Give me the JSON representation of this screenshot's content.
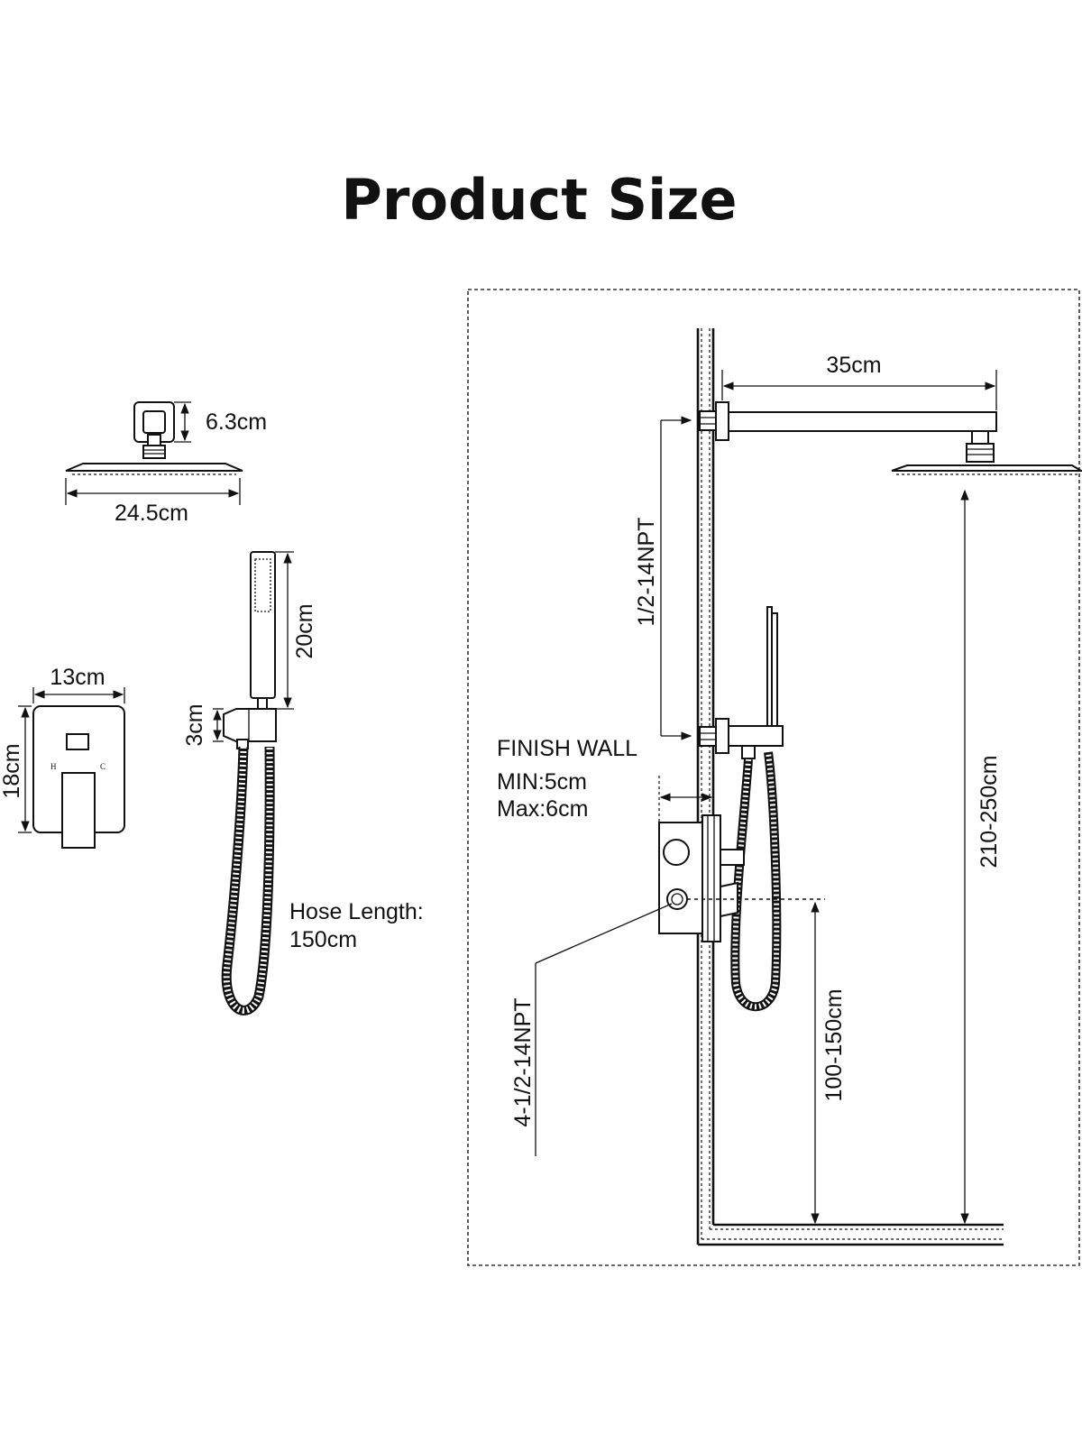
{
  "title": "Product Size",
  "shower_head": {
    "arm_mount_height": "6.3cm",
    "head_width": "24.5cm"
  },
  "hand_shower": {
    "handle_length": "20cm",
    "holder_height": "3cm",
    "hose_label": "Hose Length:",
    "hose_value": "150cm"
  },
  "trim_plate": {
    "width": "13cm",
    "height": "18cm",
    "hot_mark": "H",
    "cold_mark": "C"
  },
  "installation": {
    "arm_length": "35cm",
    "inlet_thread": "1/2-14NPT",
    "finish_wall": "FINISH WALL",
    "wall_min": "MIN:5cm",
    "wall_max": "Max:6cm",
    "valve_ports": "4-1/2-14NPT",
    "head_height": "210-250cm",
    "valve_height": "100-150cm"
  }
}
